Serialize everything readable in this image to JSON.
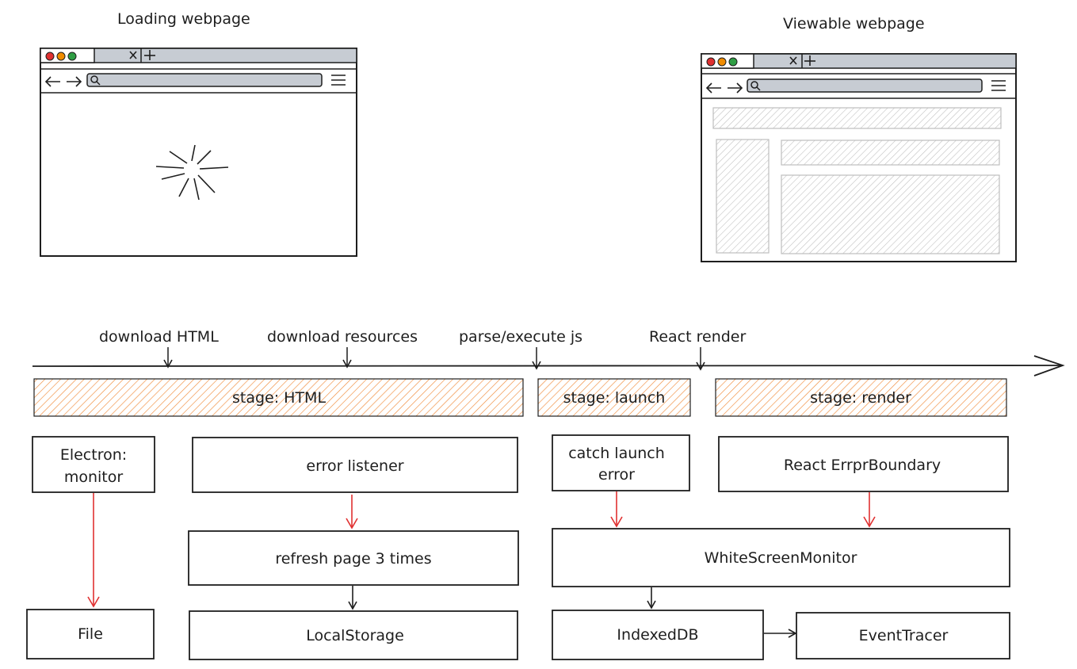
{
  "browser_loading": {
    "caption": "Loading webpage"
  },
  "browser_viewable": {
    "caption": "Viewable webpage"
  },
  "timeline": {
    "markers": [
      "download HTML",
      "download resources",
      "parse/execute js",
      "React render"
    ],
    "stages": [
      "stage: HTML",
      "stage: launch",
      "stage: render"
    ]
  },
  "boxes": {
    "electron_monitor": [
      "Electron:",
      "monitor"
    ],
    "error_listener": "error listener",
    "catch_launch_error": [
      "catch launch",
      "error"
    ],
    "react_error_boundary": "React ErrprBoundary",
    "refresh_page": "refresh page 3 times",
    "white_screen_monitor": "WhiteScreenMonitor",
    "file": "File",
    "local_storage": "LocalStorage",
    "indexeddb": "IndexedDB",
    "event_tracer": "EventTracer"
  },
  "colors": {
    "stroke": "#1e1e1e",
    "stage_hatch": "#f08c3c",
    "arrow_red": "#e03131",
    "placeholder_hatch": "#bdbdbd",
    "traffic_red": "#e03131",
    "traffic_orange": "#f08c00",
    "traffic_green": "#2f9e44"
  },
  "icons": [
    "spinner-icon",
    "back-arrow-icon",
    "forward-arrow-icon",
    "search-icon",
    "hamburger-menu-icon",
    "close-tab-icon",
    "new-tab-icon"
  ]
}
